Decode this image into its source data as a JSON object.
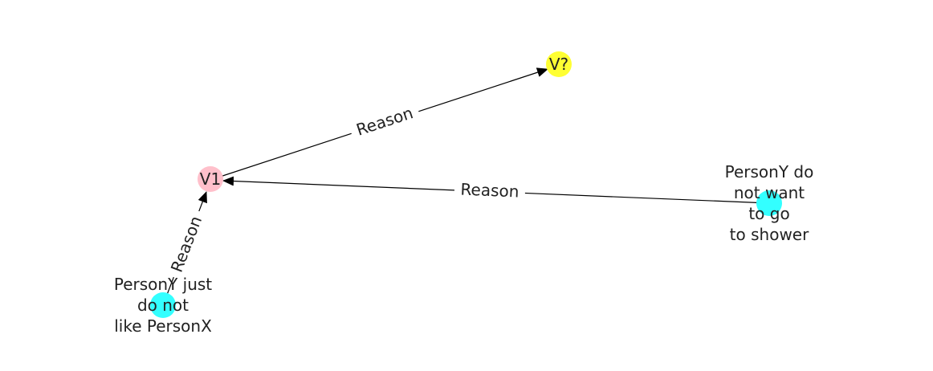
{
  "nodes": [
    {
      "id": "v_q",
      "label": "V?",
      "color": "#ffff33"
    },
    {
      "id": "v1",
      "label": "V1",
      "color": "#ffc0cb"
    },
    {
      "id": "n_shower",
      "label": "PersonY do\nnot want\nto go\nto shower",
      "color": "#33ffff"
    },
    {
      "id": "n_like",
      "label": "PersonY just\ndo not\nlike PersonX",
      "color": "#33ffff"
    }
  ],
  "edges": [
    {
      "from": "v1",
      "to": "v_q",
      "label": "Reason"
    },
    {
      "from": "n_shower",
      "to": "v1",
      "label": "Reason"
    },
    {
      "from": "n_like",
      "to": "v1",
      "label": "Reason"
    }
  ]
}
